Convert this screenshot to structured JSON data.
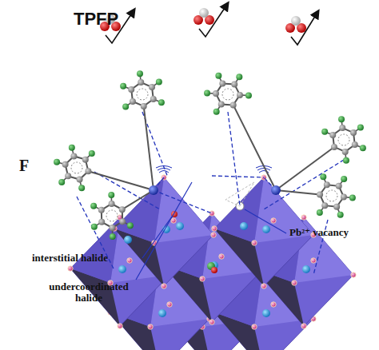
{
  "diagram": {
    "labels": [
      "TPFP",
      "F",
      "interstitial halide",
      "undercoordinated halide",
      "Pb²⁺ vacancy"
    ]
  }
}
